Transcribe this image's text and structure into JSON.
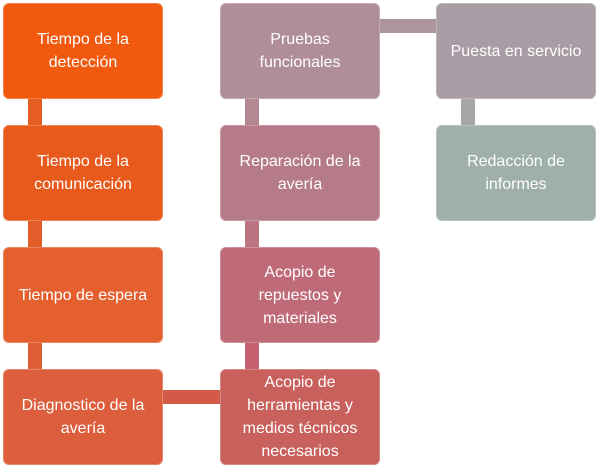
{
  "nodes": [
    {
      "id": "b1",
      "label": "Tiempo de la\ndetección",
      "color": "#F15A0E"
    },
    {
      "id": "b2",
      "label": "Tiempo de la\ncomunicación",
      "color": "#E85A1C"
    },
    {
      "id": "b3",
      "label": "Tiempo de espera",
      "color": "#E4602E"
    },
    {
      "id": "b4",
      "label": "Diagnostico de la\navería",
      "color": "#DC5E3C"
    },
    {
      "id": "b5",
      "label": "Pruebas\nfuncionales",
      "color": "#AF8E97"
    },
    {
      "id": "b6",
      "label": "Reparación de la\navería",
      "color": "#B67B88"
    },
    {
      "id": "b7",
      "label": "Acopio de\nrepuestos y\nmateriales",
      "color": "#BF6A77"
    },
    {
      "id": "b8",
      "label": "Acopio de\nherramientas y\nmedios técnicos\nnecesarios",
      "color": "#C8605C"
    },
    {
      "id": "b9",
      "label": "Puesta en servicio",
      "color": "#A99CA4"
    },
    {
      "id": "b10",
      "label": "Redacción de\ninformes",
      "color": "#9FAFAA"
    }
  ],
  "connectors": [
    {
      "id": "c1",
      "color": "#E55D20"
    },
    {
      "id": "c2",
      "color": "#E35D2A"
    },
    {
      "id": "c3",
      "color": "#DE5F37"
    },
    {
      "id": "c4",
      "color": "#D25A47"
    },
    {
      "id": "c5",
      "color": "#C7616F"
    },
    {
      "id": "c6",
      "color": "#BC7482"
    },
    {
      "id": "c7",
      "color": "#B38893"
    },
    {
      "id": "c8",
      "color": "#AC959D"
    },
    {
      "id": "c9",
      "color": "#A5A6A7"
    }
  ]
}
